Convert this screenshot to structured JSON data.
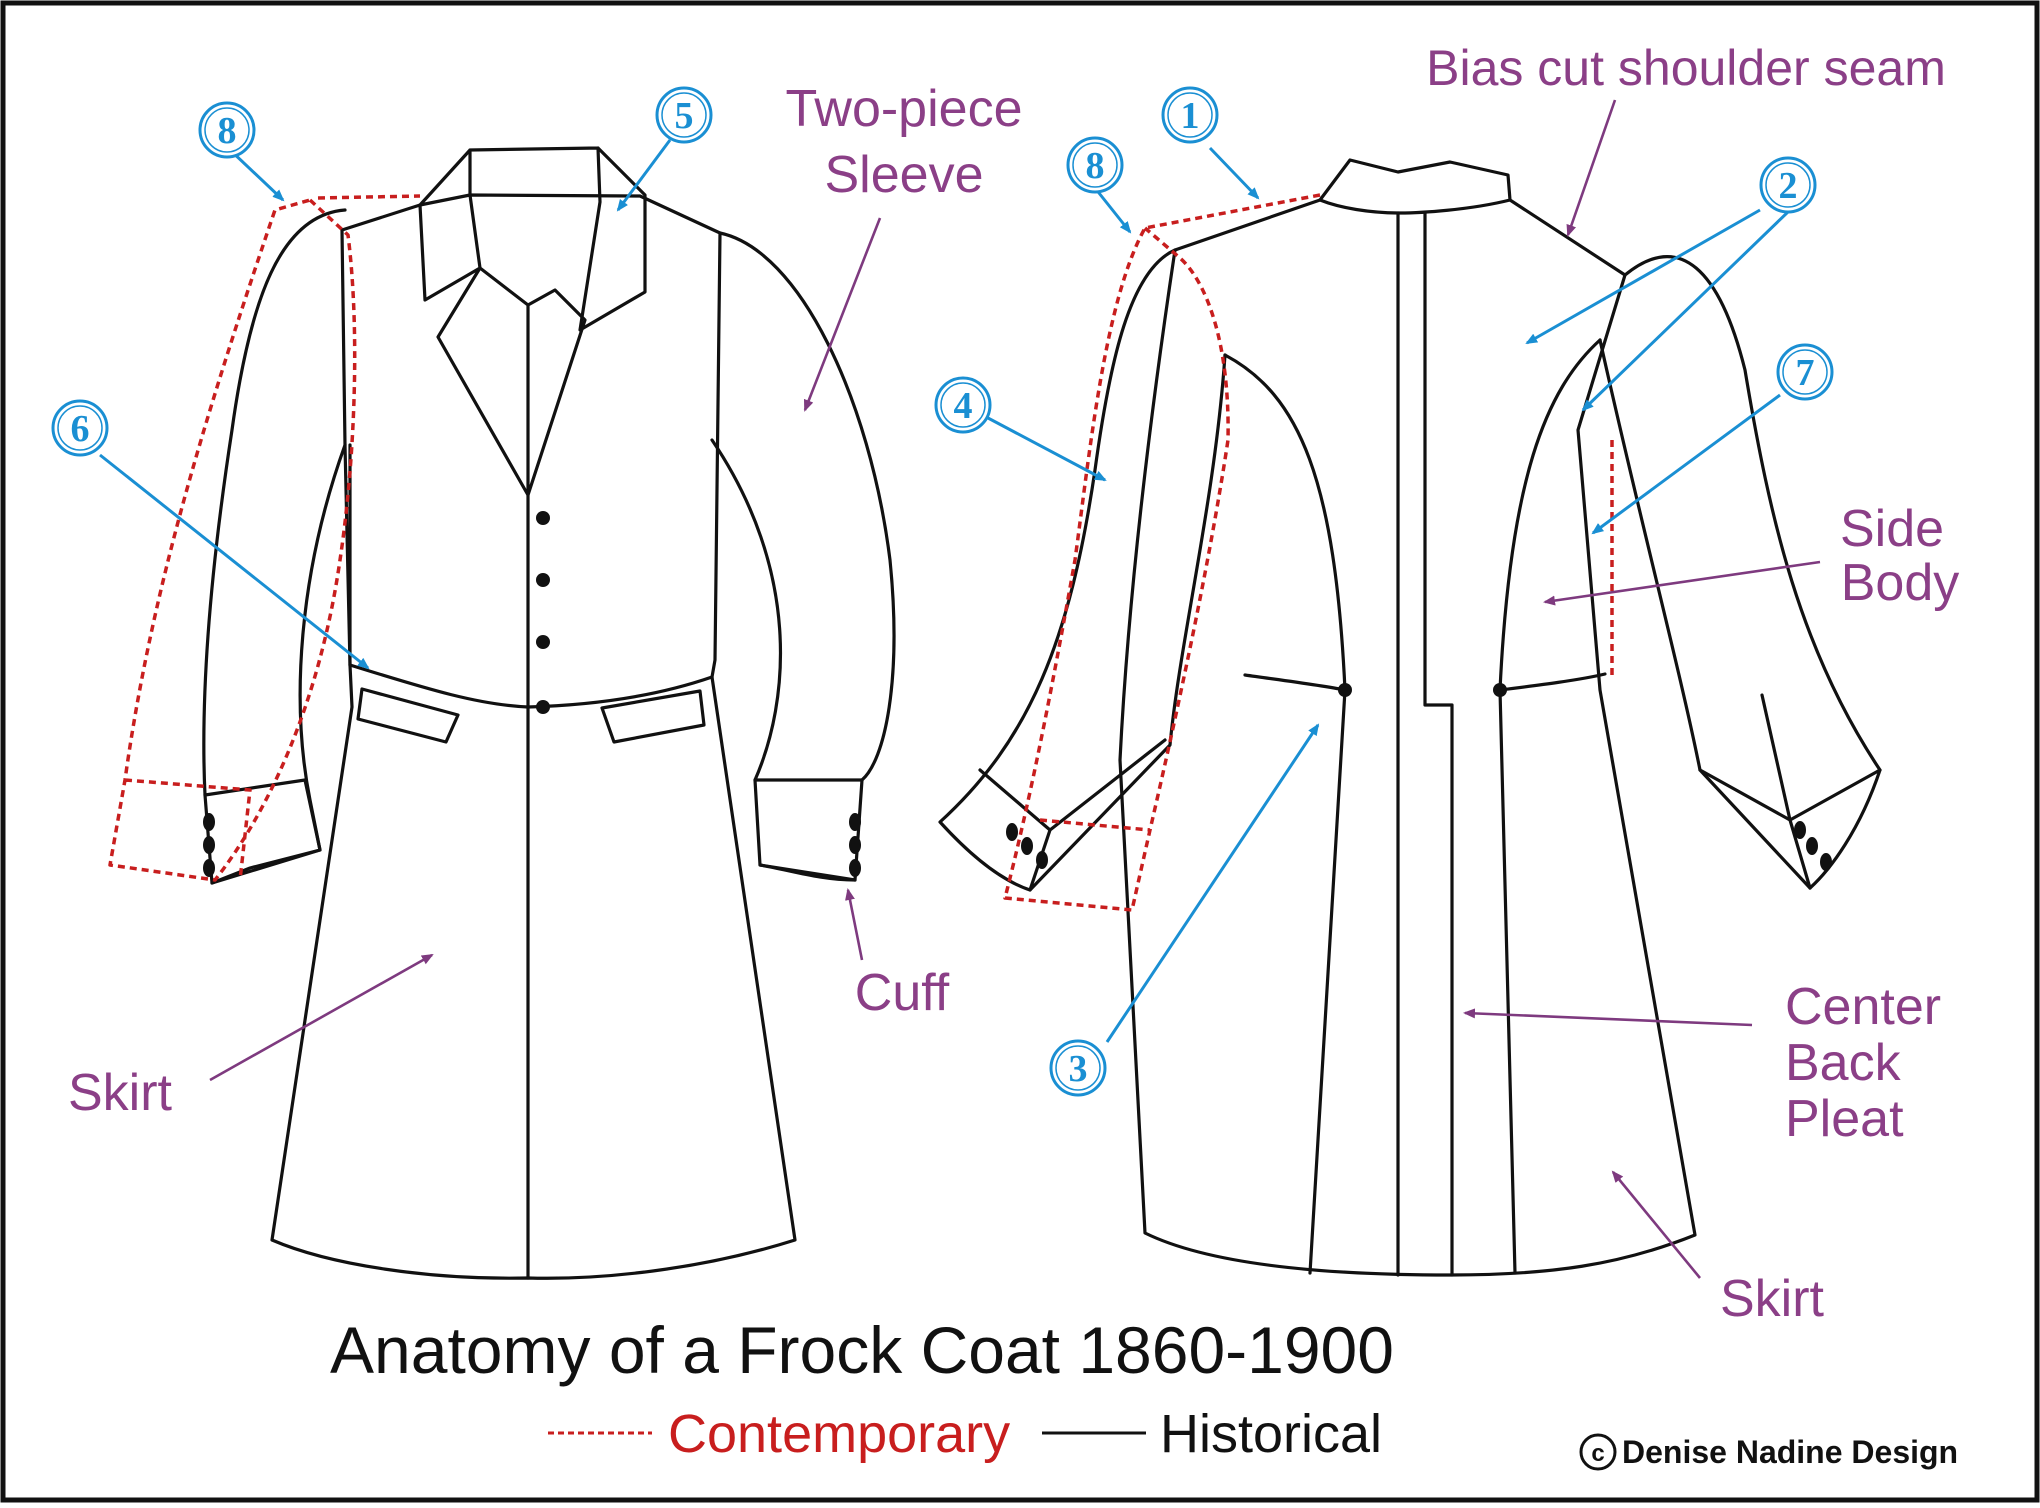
{
  "title": "Anatomy of a Frock Coat 1860-1900",
  "legend": {
    "contemporary": "Contemporary",
    "historical": "Historical"
  },
  "copyright": "Denise Nadine Design",
  "copyright_symbol": "c",
  "labels": {
    "two_piece": "Two-piece",
    "sleeve": "Sleeve",
    "bias_cut": "Bias cut shoulder seam",
    "side": "Side",
    "body": "Body",
    "cuff": "Cuff",
    "skirt_front": "Skirt",
    "skirt_back": "Skirt",
    "center": "Center",
    "back": "Back",
    "pleat": "Pleat"
  },
  "markers": [
    "1",
    "2",
    "3",
    "4",
    "5",
    "6",
    "7",
    "8",
    "8"
  ],
  "colors": {
    "label": "#8b3f87",
    "marker": "#1a8fd3",
    "contemporary": "#c81e1e",
    "historical": "#111111"
  }
}
